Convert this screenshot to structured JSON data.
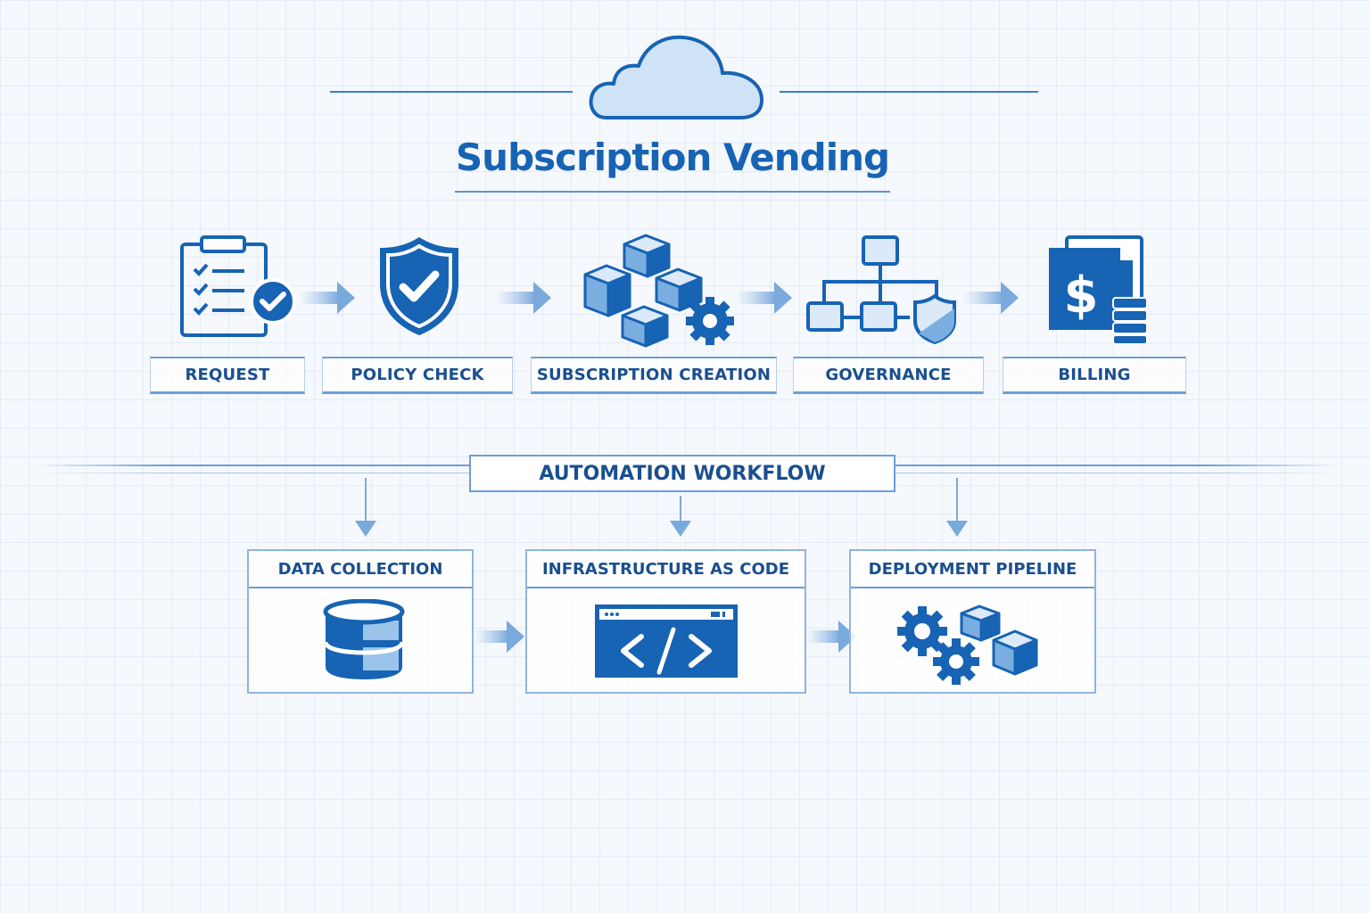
{
  "header": {
    "title": "Subscription Vending",
    "icon": "cloud-icon"
  },
  "steps": [
    {
      "label": "REQUEST",
      "icon": "checklist-clipboard-icon"
    },
    {
      "label": "POLICY CHECK",
      "icon": "shield-check-icon"
    },
    {
      "label": "SUBSCRIPTION CREATION",
      "icon": "cubes-gear-icon"
    },
    {
      "label": "GOVERNANCE",
      "icon": "hierarchy-shield-icon"
    },
    {
      "label": "BILLING",
      "icon": "dollar-invoice-icon"
    }
  ],
  "workflow": {
    "title": "AUTOMATION WORKFLOW",
    "cards": [
      {
        "label": "DATA COLLECTION",
        "icon": "database-icon"
      },
      {
        "label": "INFRASTRUCTURE AS CODE",
        "icon": "code-window-icon"
      },
      {
        "label": "DEPLOYMENT PIPELINE",
        "icon": "gears-cubes-icon"
      }
    ]
  },
  "colors": {
    "primary": "#1763b4",
    "light": "#c6dcf3",
    "line": "#6a9fd6"
  }
}
